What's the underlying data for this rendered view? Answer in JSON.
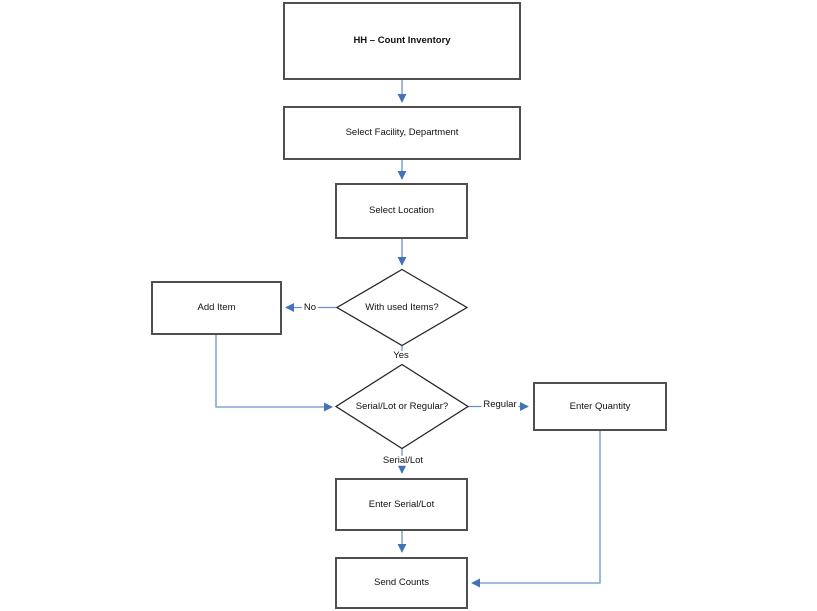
{
  "diagram": {
    "type": "flowchart",
    "nodes": {
      "title": "HH – Count Inventory",
      "select_facility": "Select Facility, Department",
      "select_location": "Select Location",
      "with_used_items": "With used Items?",
      "add_item": "Add Item",
      "serial_or_regular": "Serial/Lot or Regular?",
      "enter_quantity": "Enter Quantity",
      "enter_serial_lot": "Enter Serial/Lot",
      "send_counts": "Send Counts"
    },
    "edge_labels": {
      "no": "No",
      "yes": "Yes",
      "regular": "Regular",
      "serial_lot": "Serial/Lot"
    },
    "colors": {
      "connector": "#6d90ca",
      "arrowhead": "#4472b8",
      "box_border": "#4f4f4f",
      "diamond_border": "#262626",
      "background": "#ffffff"
    }
  }
}
